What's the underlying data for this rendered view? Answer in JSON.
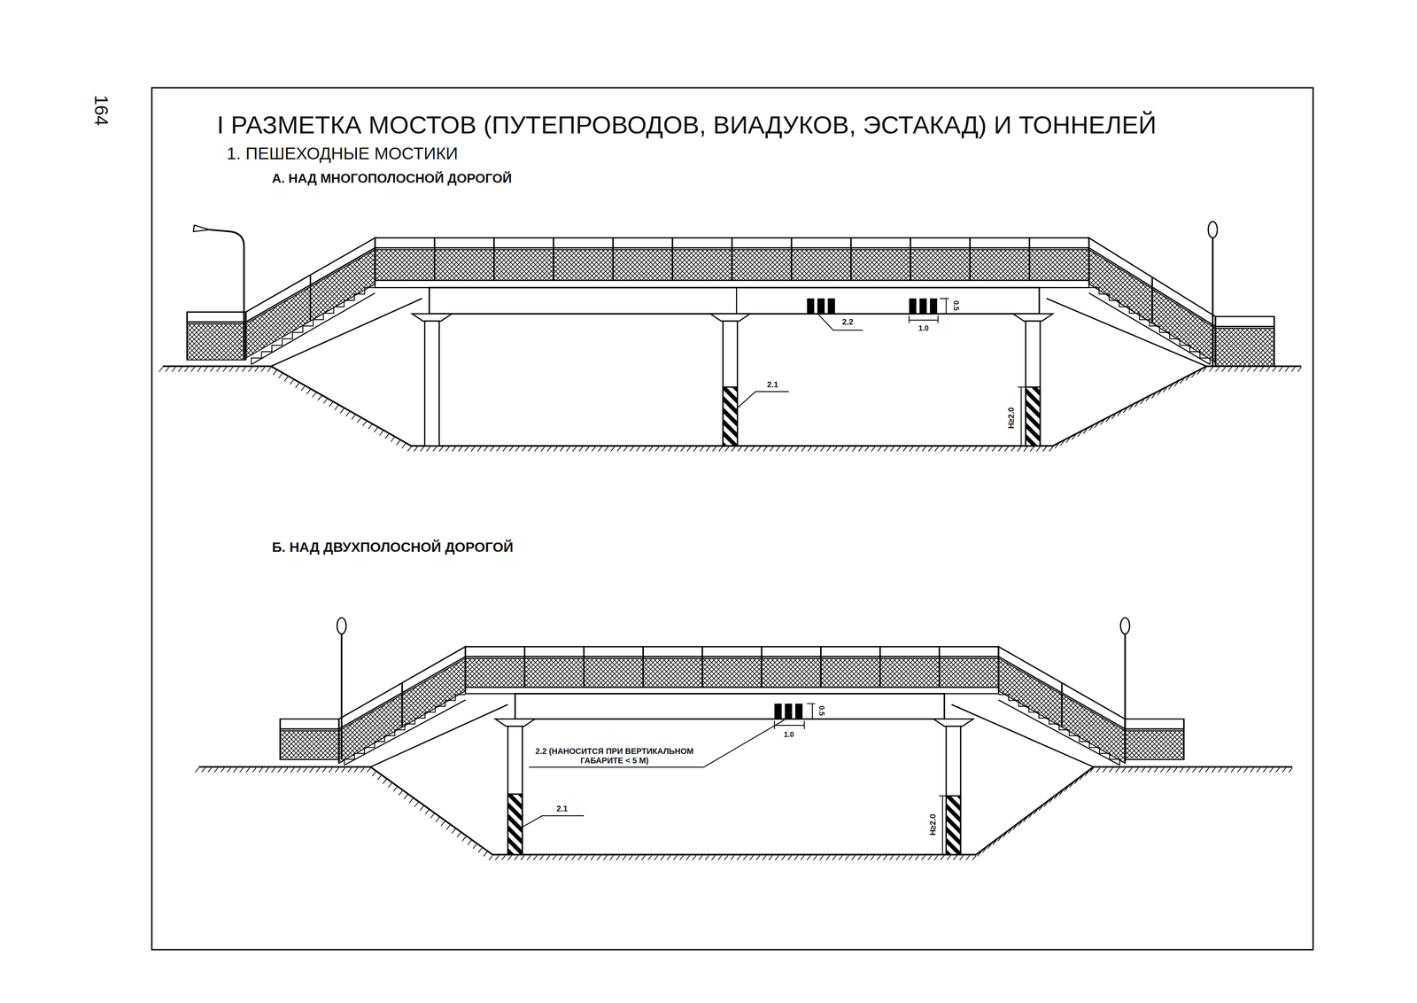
{
  "diagram": {
    "title": "I РАЗМЕТКА МОСТОВ (ПУТЕПРОВОДОВ, ВИАДУКОВ, ЭСТАКАД) И ТОННЕЛЕЙ",
    "labels": [
      "164",
      "1. ПЕШЕХОДНЫЕ МОСТИКИ",
      "А. НАД МНОГОПОЛОСНОЙ ДОРОГОЙ",
      "2.2",
      "1.0",
      "0.5",
      "2.1",
      "H≥2.0",
      "Б. НАД ДВУХПОЛОСНОЙ ДОРОГОЙ",
      "2.2 (НАНОСИТСЯ ПРИ ВЕРТИКАЛЬНОМ ГАБАРИТЕ < 5 М)",
      "1.0",
      "0.5",
      "2.1",
      "H≥2.0"
    ]
  }
}
